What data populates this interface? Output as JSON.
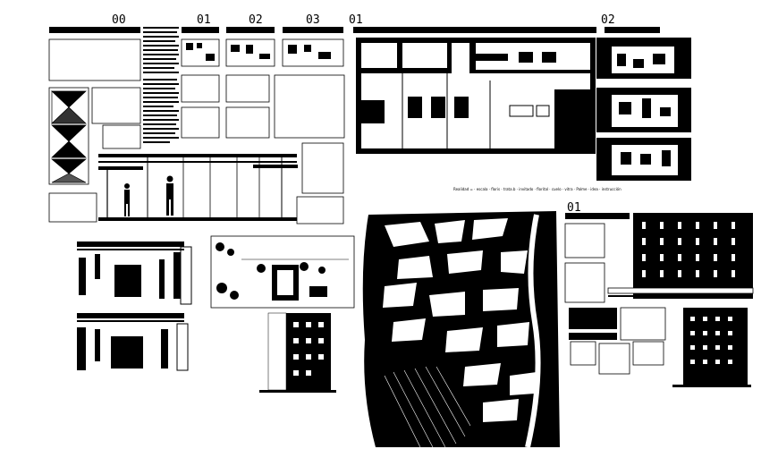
{
  "sheet": {
    "labels": {
      "a": "00",
      "b": "01",
      "c": "02",
      "d": "03",
      "e": "01",
      "f": "02",
      "g": "01"
    },
    "legend": "Realidad = · escala · floris · trata.b · invitado · florital · cuelo · vitra · Palme · idea · instrucción"
  }
}
